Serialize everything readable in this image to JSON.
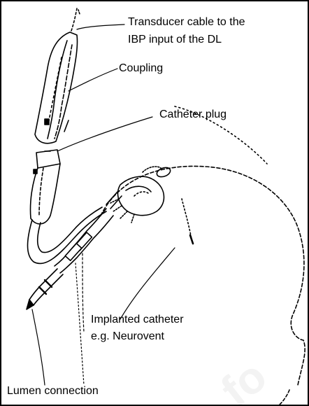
{
  "labels": {
    "transducer_cable_line1": "Transducer cable to the",
    "transducer_cable_line2": "IBP input of the DL",
    "coupling": "Coupling",
    "catheter_plug": "Catheter plug",
    "implanted_catheter_line1": "Implanted catheter",
    "implanted_catheter_line2": "e.g. Neurovent",
    "lumen_connection": "Lumen connection"
  },
  "watermark": {
    "text": "fo"
  },
  "colors": {
    "ink": "#000000",
    "background": "#ffffff",
    "watermark": "#f3f3f3"
  }
}
